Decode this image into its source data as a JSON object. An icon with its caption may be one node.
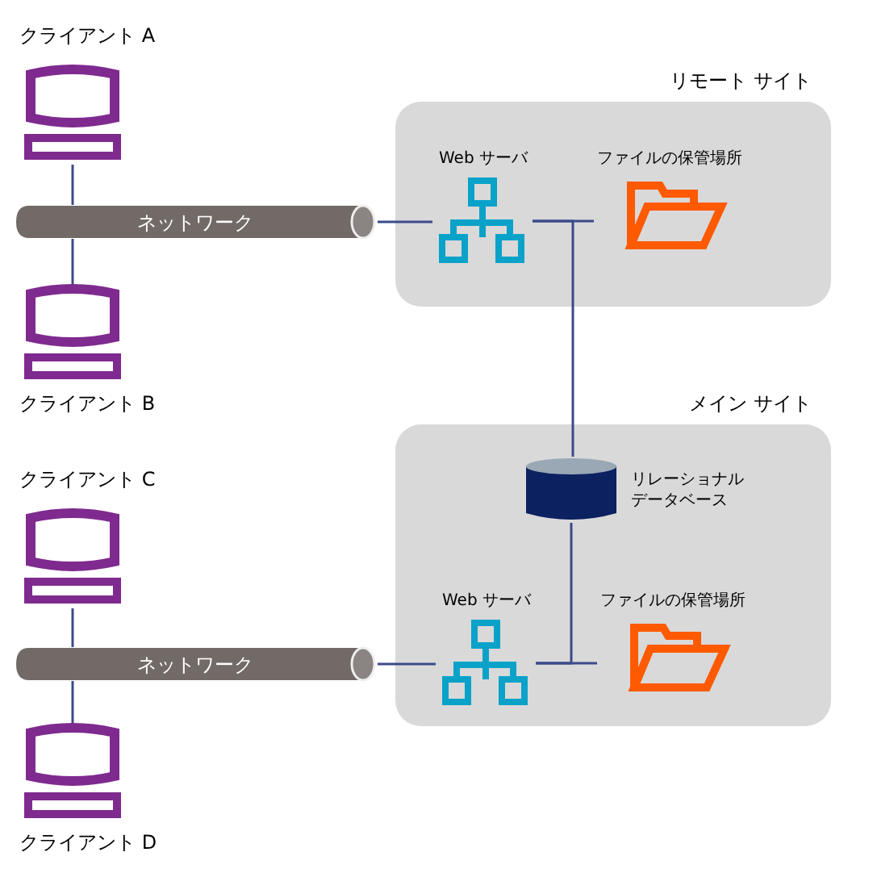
{
  "diagram": {
    "nodes": [
      {
        "text": [
          "クライアント A"
        ]
      },
      {
        "text": [
          "ネットワーク"
        ]
      },
      {
        "text": [
          "クライアント B"
        ]
      },
      {
        "text": [
          "リモート サイト"
        ]
      },
      {
        "text": [
          "Web サーバ"
        ],
        "in": 3
      },
      {
        "text": [
          "ファイルの保管場所"
        ],
        "in": 3
      },
      {
        "text": [
          "メイン サイト"
        ]
      },
      {
        "text": [
          "リレーショナルデータベース"
        ],
        "in": 6
      },
      {
        "text": [
          "Web サーバ"
        ],
        "in": 6
      },
      {
        "text": [
          "ファイルの保管場所"
        ],
        "in": 6
      },
      {
        "text": [
          "クライアント C"
        ]
      },
      {
        "text": [
          "ネットワーク"
        ]
      },
      {
        "text": [
          "クライアント D"
        ]
      }
    ],
    "edges": [
      {
        "from": 0,
        "to": 1,
        "arrow": "none"
      },
      {
        "from": 1,
        "to": 2,
        "arrow": "none"
      },
      {
        "from": 1,
        "to": 4,
        "arrow": "none"
      },
      {
        "from": 4,
        "to": 5,
        "arrow": "none"
      },
      {
        "from": 4,
        "to": 7,
        "arrow": "none"
      },
      {
        "from": 7,
        "to": 8,
        "arrow": "none"
      },
      {
        "from": 8,
        "to": 9,
        "arrow": "none"
      },
      {
        "from": 10,
        "to": 11,
        "arrow": "none"
      },
      {
        "from": 11,
        "to": 12,
        "arrow": "none"
      },
      {
        "from": 11,
        "to": 8,
        "arrow": "none"
      }
    ]
  }
}
